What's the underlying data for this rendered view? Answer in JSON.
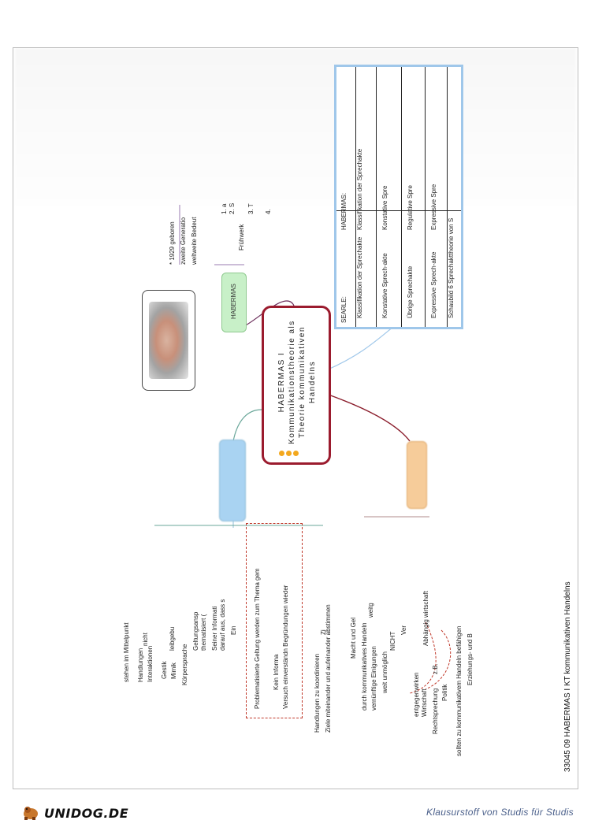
{
  "page": {
    "footer_right": "Klausurstoff von Studis für Studis",
    "logo_text": "UNIDOG.DE",
    "document_title": "33045 09 HABERMAS I KT kommunikativen Handelns"
  },
  "mindmap": {
    "central_title": "HABERMAS I Kommunikationstheorie als Theorie kommunikativen Handelns",
    "node_habermas": "HABERMAS",
    "node_left_top": "",
    "node_left_bottom": ""
  },
  "bio": {
    "born": "* 1929 geboren",
    "generation": "zweite Generatio",
    "importance": "weltweite Bedeut",
    "fruehwerk": "Frühwerk",
    "item1": "1. a",
    "item2": "2. S",
    "item3": "3. T",
    "item4": "4. "
  },
  "table": {
    "searle_header": "SEARLE:",
    "habermas_header": "HABERMAS:",
    "searle_r1": "Klassifikation der Sprechakte",
    "habermas_r1": "Klassifikation der Sprechakte",
    "searle_r2": "Konstative Sprech-akte",
    "habermas_r2": "Konstative Spre",
    "searle_r3": "Übrige Sprechakte",
    "habermas_r3": "Regulative Spre",
    "searle_r4": "Expressive Sprech-akte",
    "habermas_r4": "Expressive Spre",
    "caption": "Schaubild 6 Sprechakttheorie von S"
  },
  "left_branch": {
    "stehen": "stehen im Mittelpunkt",
    "handlungen": "Handlungen",
    "interaktionen": "Interaktionen",
    "nicht": "nicht",
    "gestik": "Gestik",
    "mimik": "Mimik",
    "korpersprache": "Körpersprache",
    "leibgebu": "leibgebu",
    "geltung": "Geltungsansp",
    "thematisiert": "thematisiert (",
    "seiner": "Seiner Informati",
    "darauf": "darauf aus, dass s",
    "ein": "Ein",
    "problematisierte": "Problematisierte Geltung werden zum Thema gem",
    "kein": "Kein Informa",
    "versuch": "Versuch einverständn Begründungen wieder",
    "handlungen_koord": "Handlungen zu koordinieren",
    "ziele": "Ziele miteinander und aufeinander abstimmen",
    "zi": "Zi"
  },
  "bottom_branch": {
    "macht": "Macht und Gel",
    "durch": "durch kommunikatives Handeln",
    "vernuenftige": "vernünftige Einigungen",
    "weitgehend": "weitg",
    "weitunmoeglich": "weit unmöglich",
    "nicht_ueberall": "NICHT",
    "ver": "Ver",
    "entgegenwirken": "entgegenwirken",
    "wirtschaft": "Wirtschaft",
    "zb": "z.B.",
    "rechtsprechung": "Rechtsprechung",
    "abhaengig": "Abhängig wirtschaft",
    "politik": "Politik",
    "sollten": "sollten zu kommunikativem Handeln befähigen",
    "erziehungs": "Erziehungs- und B"
  }
}
